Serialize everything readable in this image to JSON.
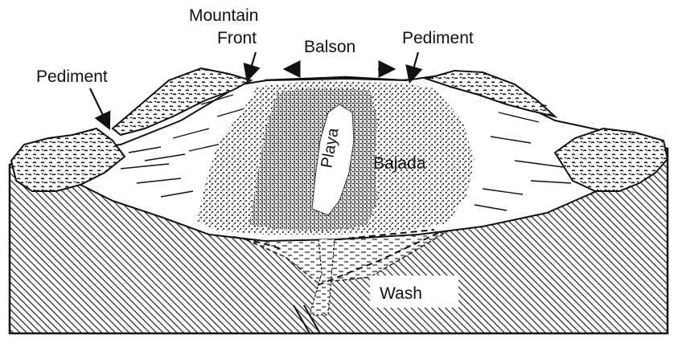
{
  "labels": {
    "mountain_front_line1": "Mountain",
    "mountain_front_line2": "Front",
    "balson": "Balson",
    "pediment_left": "Pediment",
    "pediment_right": "Pediment",
    "playa": "Playa",
    "bajada": "Bajada",
    "wash": "Wash"
  },
  "colors": {
    "ink": "#111111",
    "paper": "#ffffff"
  }
}
